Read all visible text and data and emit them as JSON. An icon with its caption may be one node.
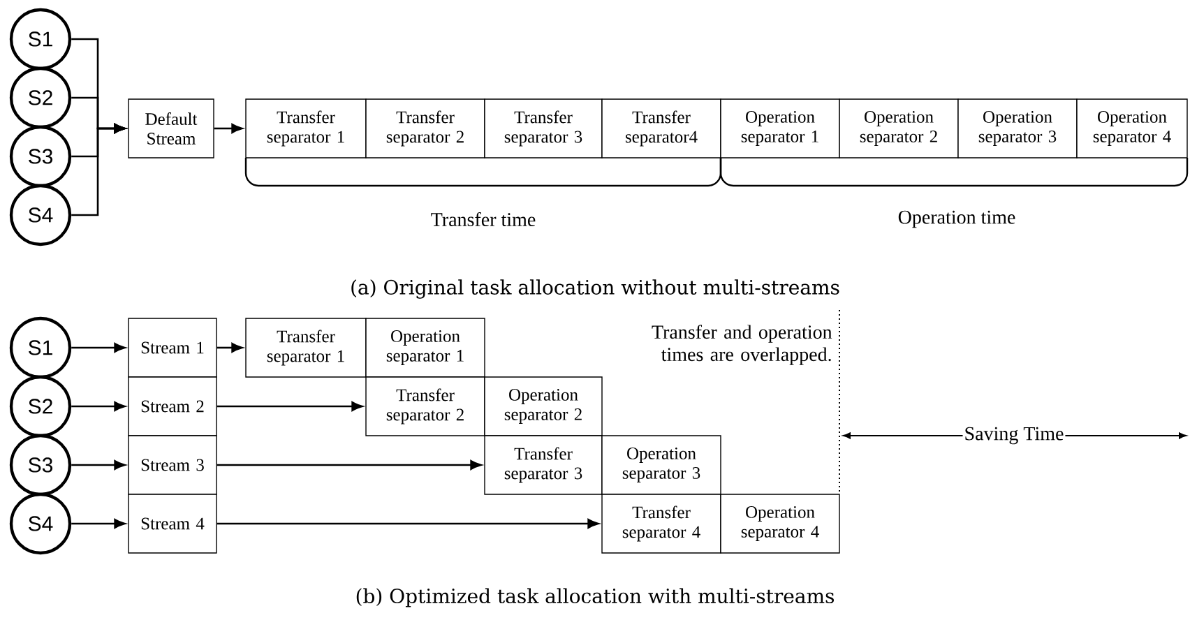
{
  "diagram": {
    "nodes": [
      {
        "text": [
          "S1"
        ]
      },
      {
        "text": [
          "S2"
        ]
      },
      {
        "text": [
          "S3"
        ]
      },
      {
        "text": [
          "S4"
        ]
      },
      {
        "text": [
          "Default Stream"
        ]
      },
      {
        "text": [
          "Transfer separator 1"
        ]
      },
      {
        "text": [
          "Transfer separator 2"
        ]
      },
      {
        "text": [
          "Transfer separator 3"
        ]
      },
      {
        "text": [
          "Transfer separator4"
        ]
      },
      {
        "text": [
          "Operation separator 1"
        ]
      },
      {
        "text": [
          "Operation separator 2"
        ]
      },
      {
        "text": [
          "Operation separator 3"
        ]
      },
      {
        "text": [
          "Operation separator 4"
        ]
      },
      {
        "text": [
          "S1"
        ]
      },
      {
        "text": [
          "S2"
        ]
      },
      {
        "text": [
          "S3"
        ]
      },
      {
        "text": [
          "S4"
        ]
      },
      {
        "text": [
          "Stream 1"
        ]
      },
      {
        "text": [
          "Stream 2"
        ]
      },
      {
        "text": [
          "Stream 3"
        ]
      },
      {
        "text": [
          "Stream 4"
        ]
      },
      {
        "text": [
          "Transfer separator 1"
        ]
      },
      {
        "text": [
          "Operation separator 1"
        ]
      },
      {
        "text": [
          "Transfer separator 2"
        ]
      },
      {
        "text": [
          "Operation separator 2"
        ]
      },
      {
        "text": [
          "Transfer separator 3"
        ]
      },
      {
        "text": [
          "Operation separator 3"
        ]
      },
      {
        "text": [
          "Transfer separator 4"
        ]
      },
      {
        "text": [
          "Operation separator 4"
        ]
      }
    ],
    "edges": [
      {
        "from": 0,
        "to": 4,
        "arrow": "to"
      },
      {
        "from": 1,
        "to": 4,
        "arrow": "to"
      },
      {
        "from": 2,
        "to": 4,
        "arrow": "to"
      },
      {
        "from": 3,
        "to": 4,
        "arrow": "to"
      },
      {
        "from": 4,
        "to": 5,
        "arrow": "to"
      },
      {
        "from": 13,
        "to": 17,
        "arrow": "to"
      },
      {
        "from": 14,
        "to": 18,
        "arrow": "to"
      },
      {
        "from": 15,
        "to": 19,
        "arrow": "to"
      },
      {
        "from": 16,
        "to": 20,
        "arrow": "to"
      },
      {
        "from": 17,
        "to": 21,
        "arrow": "to"
      },
      {
        "from": 18,
        "to": 23,
        "arrow": "to"
      },
      {
        "from": 19,
        "to": 25,
        "arrow": "to"
      },
      {
        "from": 20,
        "to": 27,
        "arrow": "to"
      }
    ],
    "labels": [
      "Transfer time",
      "Operation time",
      "(a) Original task allocation without multi-streams",
      "Transfer and operation times are overlapped.",
      "Saving Time",
      "(b) Optimized task allocation with multi-streams"
    ]
  }
}
